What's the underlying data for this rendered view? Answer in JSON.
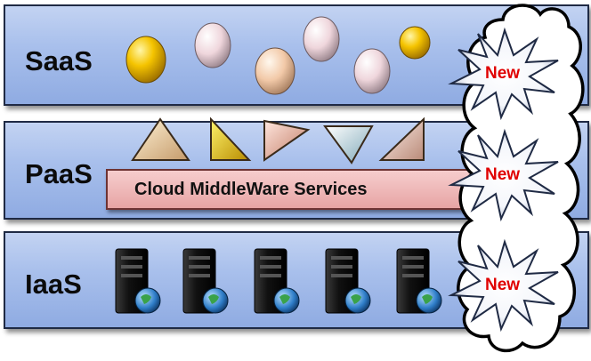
{
  "layers": [
    {
      "id": "saas",
      "label": "SaaS"
    },
    {
      "id": "paas",
      "label": "PaaS"
    },
    {
      "id": "iaas",
      "label": "IaaS"
    }
  ],
  "middleware_label": "Cloud MiddleWare Services",
  "badges": [
    "New",
    "New",
    "New"
  ],
  "icons": {
    "saas": [
      "gold-ball-icon",
      "pink-egg-icon",
      "peach-egg-icon",
      "pink-egg-icon",
      "pink-egg-icon",
      "gold-ball-icon"
    ],
    "paas": [
      "triangle-icon",
      "triangle-icon",
      "triangle-icon",
      "triangle-icon",
      "triangle-icon"
    ],
    "iaas": [
      "server-globe-icon",
      "server-globe-icon",
      "server-globe-icon",
      "server-globe-icon",
      "server-globe-icon"
    ]
  },
  "colors": {
    "layer_fill": "#a9c0ec",
    "middleware_fill": "#f0b8b8",
    "badge_text": "#e00000",
    "gold": "#f5c400",
    "egg": "#efd9df"
  }
}
